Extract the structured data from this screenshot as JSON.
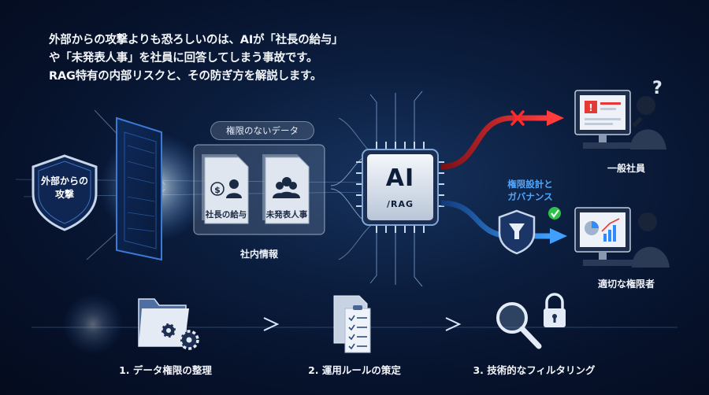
{
  "intro": {
    "line1": "外部からの攻撃よりも恐ろしいのは、AIが「社長の給与」",
    "line2": "や「未発表人事」を社員に回答してしまう事故です。",
    "line3": "RAG特有の内部リスクと、その防ぎ方を解説します。"
  },
  "attack": {
    "line1": "外部からの",
    "line2": "攻撃",
    "icon": "shield-icon"
  },
  "data_box": {
    "title": "権限のないデータ",
    "doc1_label": "社長の給与",
    "doc2_label": "未発表人事",
    "caption": "社内情報"
  },
  "chip": {
    "main": "AI",
    "sub": "/RAG"
  },
  "governance": {
    "line1": "権限設計と",
    "line2": "ガバナンス"
  },
  "users": {
    "general": "一般社員",
    "authorized": "適切な権限者",
    "question_mark": "?"
  },
  "steps": [
    {
      "label": "1. データ権限の整理",
      "icon": "folder-gear-icon"
    },
    {
      "label": "2. 運用ルールの策定",
      "icon": "checklist-document-icon"
    },
    {
      "label": "3. 技術的なフィルタリング",
      "icon": "magnifier-lock-icon"
    }
  ],
  "colors": {
    "background": "#0b1d3d",
    "danger": "#e53935",
    "safe": "#2f8cff",
    "check": "#2ec24a"
  }
}
